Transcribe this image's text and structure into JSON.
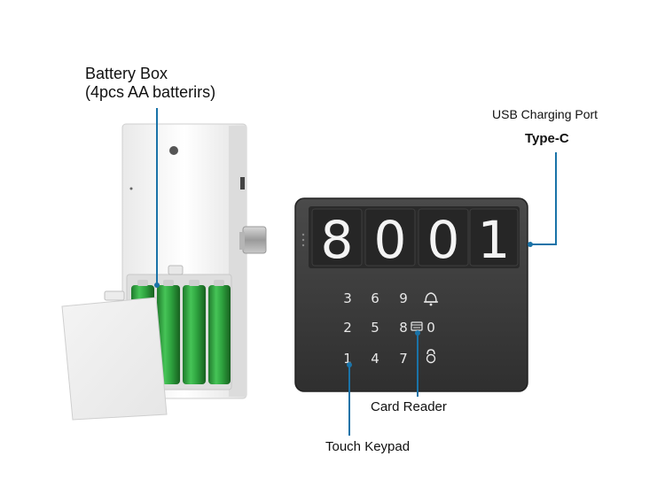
{
  "labels": {
    "battery_title": "Battery Box",
    "battery_sub": "(4pcs AA batterirs)",
    "usb_label": "USB Charging Port",
    "usb_type": "Type-C",
    "card_reader": "Card Reader",
    "touch_keypad": "Touch Keypad"
  },
  "display": {
    "digits": [
      "8",
      "0",
      "0",
      "1"
    ]
  },
  "keypad": {
    "row1": [
      "3",
      "6",
      "9"
    ],
    "row2": [
      "2",
      "5",
      "8",
      "0"
    ],
    "row3": [
      "1",
      "4",
      "7"
    ],
    "icons": [
      "bell-icon",
      "card-icon",
      "lock-icon"
    ]
  },
  "colors": {
    "leader_line": "#1a73a8",
    "battery_green": "#2e9e3e",
    "panel_dark": "#3a3a3a",
    "digit_white": "#f4f4f4"
  }
}
